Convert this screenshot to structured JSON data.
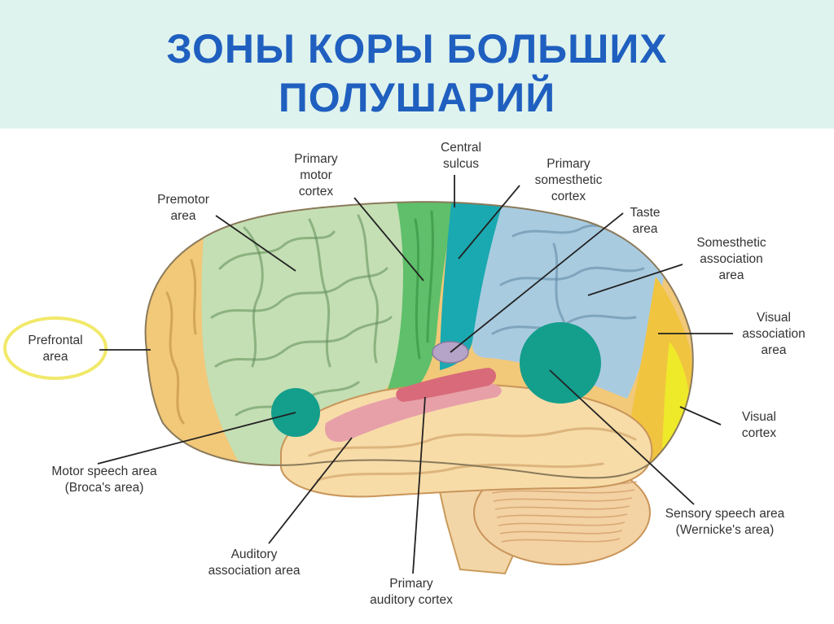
{
  "title": {
    "line1": "ЗОНЫ КОРЫ БОЛЬШИХ",
    "line2": "ПОЛУШАРИЙ"
  },
  "labels": {
    "primary_motor": [
      "Primary",
      "motor",
      "cortex"
    ],
    "central_sulcus": [
      "Central",
      "sulcus"
    ],
    "primary_somesthetic": [
      "Primary",
      "somesthetic",
      "cortex"
    ],
    "premotor": [
      "Premotor",
      "area"
    ],
    "taste": [
      "Taste",
      "area"
    ],
    "somesthetic_association": [
      "Somesthetic",
      "association",
      "area"
    ],
    "prefrontal": [
      "Prefrontal",
      "area"
    ],
    "visual_association": [
      "Visual",
      "association",
      "area"
    ],
    "visual_cortex": [
      "Visual",
      "cortex"
    ],
    "broca": [
      "Motor speech area",
      "(Broca's area)"
    ],
    "wernicke": [
      "Sensory speech area",
      "(Wernicke's area)"
    ],
    "auditory_association": [
      "Auditory",
      "association area"
    ],
    "primary_auditory": [
      "Primary",
      "auditory cortex"
    ]
  },
  "colors": {
    "title": "#1f5fbf",
    "prefrontal": "#f2c879",
    "premotor": "#c4dfb4",
    "primary_motor": "#5fbf6a",
    "somesthetic_primary": "#1aa9b0",
    "somesthetic_association": "#a9cbe0",
    "visual_association": "#f1c43f",
    "visual_cortex": "#eeea2a",
    "temporal": "#f7dca8",
    "auditory_primary": "#e7a0a8",
    "speech_area": "#149e8c",
    "cerebellum": "#f3d2a4",
    "prefrontal_highlight": "#f1e96a"
  }
}
